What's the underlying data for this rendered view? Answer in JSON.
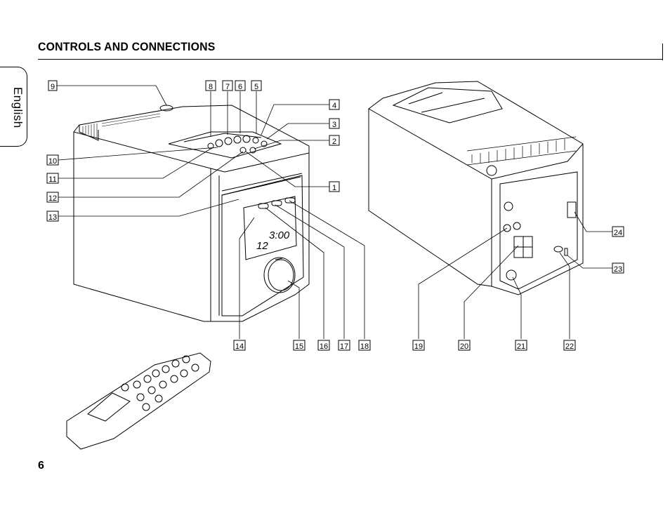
{
  "header": {
    "title": "CONTROLS AND CONNECTIONS"
  },
  "side_tab": {
    "label": "English"
  },
  "footer": {
    "page_number": "6"
  },
  "callouts": [
    "1",
    "2",
    "3",
    "4",
    "5",
    "6",
    "7",
    "8",
    "9",
    "10",
    "11",
    "12",
    "13",
    "14",
    "15",
    "16",
    "17",
    "18",
    "19",
    "20",
    "21",
    "22",
    "23",
    "24"
  ]
}
